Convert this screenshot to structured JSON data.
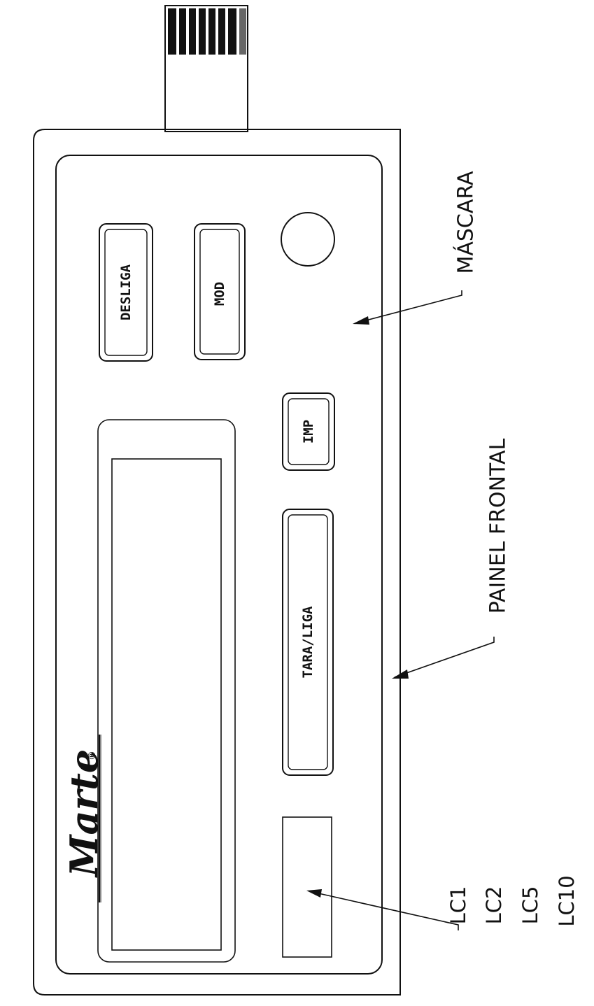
{
  "buttons": {
    "desliga": "DESLIGA",
    "mod": "MOD",
    "imp": "IMP",
    "tara_liga": "TARA/LIGA"
  },
  "callouts": {
    "mascara": "MÁSCARA",
    "painel_frontal": "PAINEL FRONTAL"
  },
  "models": [
    "LC1",
    "LC2",
    "LC5",
    "LC10"
  ],
  "brand": {
    "logo_text": "Marte",
    "registered_mark": "®"
  },
  "colors": {
    "ink": "#111111",
    "paper": "#ffffff"
  }
}
